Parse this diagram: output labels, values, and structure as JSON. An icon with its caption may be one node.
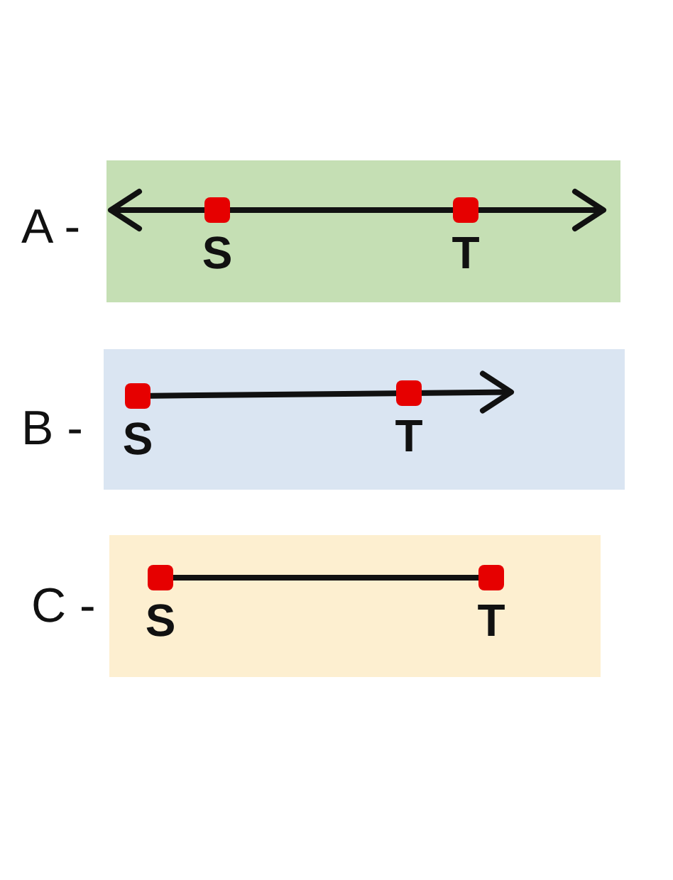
{
  "diagram": {
    "nodes": [
      {
        "text": [
          "A -"
        ]
      },
      {
        "text": [
          "S"
        ],
        "in": 0
      },
      {
        "text": [
          "T"
        ],
        "in": 0
      },
      {
        "text": [
          "B -"
        ]
      },
      {
        "text": [
          "S"
        ],
        "in": 3
      },
      {
        "text": [
          "T"
        ],
        "in": 3
      },
      {
        "text": [
          "C -"
        ]
      },
      {
        "text": [
          "S"
        ],
        "in": 6
      },
      {
        "text": [
          "T"
        ],
        "in": 6
      }
    ],
    "edges": [
      {
        "from": 1,
        "to": 2,
        "arrow": "both"
      },
      {
        "from": 4,
        "to": 5,
        "arrow": "to"
      },
      {
        "from": 7,
        "to": 8,
        "arrow": "none"
      }
    ]
  }
}
